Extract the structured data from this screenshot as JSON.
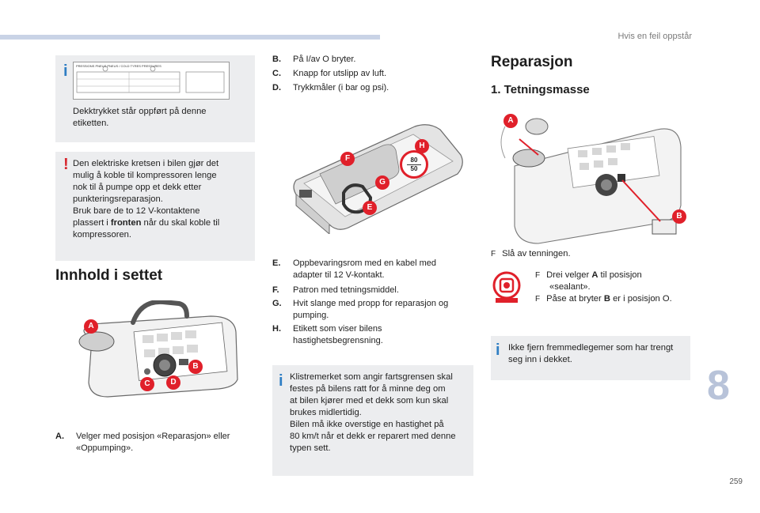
{
  "header": {
    "section_title": "Hvis en feil oppstår"
  },
  "page": {
    "number": "259",
    "chapter": "8"
  },
  "left": {
    "info_box": {
      "label_title": "PRESSIONS PNEUS PNEUS / COLD TYRES PRESSURES",
      "text_lines": [
        "Dekktrykket står oppført på denne",
        "etiketten."
      ]
    },
    "warning_box": {
      "lines": [
        "Den elektriske kretsen i bilen gjør det",
        "mulig å koble til kompressoren lenge",
        "nok til å pumpe opp et dekk etter",
        "punkteringsreparasjon.",
        "Bruk bare de to 12 V-kontaktene"
      ],
      "line6_pre": "plassert i ",
      "line6_bold": "fronten",
      "line6_post": " når du skal koble til",
      "line7": "kompressoren."
    },
    "heading": "Innhold i settet",
    "markers": [
      "A",
      "B",
      "C",
      "D"
    ],
    "item_a": {
      "label": "A.",
      "lines": [
        "Velger med posisjon «Reparasjon» eller",
        "«Oppumping»."
      ]
    }
  },
  "middle": {
    "items_top": [
      {
        "label": "B.",
        "text": "På I/av O bryter."
      },
      {
        "label": "C.",
        "text": "Knapp for utslipp av luft."
      },
      {
        "label": "D.",
        "text": "Trykkmåler (i bar og psi)."
      }
    ],
    "markers": [
      "H",
      "F",
      "G",
      "E"
    ],
    "sign_values": [
      "80",
      "50"
    ],
    "items_bottom": [
      {
        "label": "E.",
        "lines": [
          "Oppbevaringsrom med en kabel med",
          "adapter til 12 V-kontakt."
        ]
      },
      {
        "label": "F.",
        "lines": [
          "Patron med tetningsmiddel."
        ]
      },
      {
        "label": "G.",
        "lines": [
          "Hvit slange med propp for reparasjon og",
          "pumping."
        ]
      },
      {
        "label": "H.",
        "lines": [
          "Etikett som viser bilens",
          "hastighetsbegrensning."
        ]
      }
    ],
    "info_box": {
      "lines": [
        "Klistremerket som angir fartsgrensen skal",
        "festes på bilens ratt for å minne deg om",
        "at bilen kjører med et dekk som kun skal",
        "brukes midlertidig.",
        "Bilen må ikke overstige en hastighet på",
        "80 km/t når et dekk er reparert med denne",
        "typen sett."
      ]
    }
  },
  "right": {
    "heading": "Reparasjon",
    "subheading": "1. Tetningsmasse",
    "markers": [
      "A",
      "B"
    ],
    "step1": "Slå av tenningen.",
    "checkbox_glyph": "F",
    "step2_line1_pre": "Drei velger ",
    "step2_line1_bold": "A",
    "step2_line1_post": " til posisjon",
    "step2_line2": "«sealant».",
    "step3_pre": "Påse at bryter ",
    "step3_bold": "B",
    "step3_post": " er i posisjon O.",
    "info_box": {
      "lines": [
        "Ikke fjern fremmedlegemer som har trengt",
        "seg inn i dekket."
      ]
    }
  },
  "colors": {
    "accent_blue": "#2f7ec4",
    "warning_red": "#d7262e",
    "marker_red": "#e0202a",
    "box_gray": "#ecedef"
  }
}
